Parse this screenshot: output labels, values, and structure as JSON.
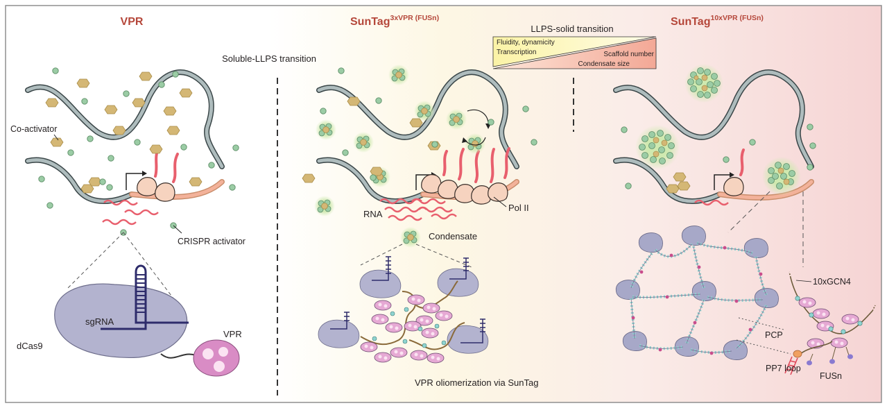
{
  "panels": {
    "left": {
      "title": "VPR"
    },
    "middle": {
      "title_main": "SunTag",
      "title_sup": "3xVPR (FUSn)"
    },
    "right": {
      "title_main": "SunTag",
      "title_sup": "10xVPR (FUSn)"
    }
  },
  "labels": {
    "soluble_llps": "Soluble-LLPS transition",
    "llps_solid": "LLPS-solid transition",
    "fluidity": "Fluidity, dynamicity",
    "transcription": "Transcription",
    "scaffold": "Scaffold number",
    "condensate_size": "Condensate size",
    "co_activator": "Co-activator",
    "crispr_activator": "CRISPR activator",
    "sgrna": "sgRNA",
    "dcas9": "dCas9",
    "vpr": "VPR",
    "rna": "RNA",
    "pol2": "Pol II",
    "condensate": "Condensate",
    "vpr_oligo": "VPR oliomerization via SunTag",
    "gcn4": "10xGCN4",
    "pcp": "PCP",
    "pp7": "PP7 loop",
    "fusn": "FUSn"
  },
  "colors": {
    "title": "#b5473a",
    "dna": "#6d7f80",
    "rna": "#e85f6d",
    "gene": "#f3b29a",
    "coactivator": "#d4b775",
    "activator": "#9bcca5",
    "cas9": "#b3b3cf",
    "sgrna": "#2e2c6b",
    "vpr": "#d98cc5"
  }
}
